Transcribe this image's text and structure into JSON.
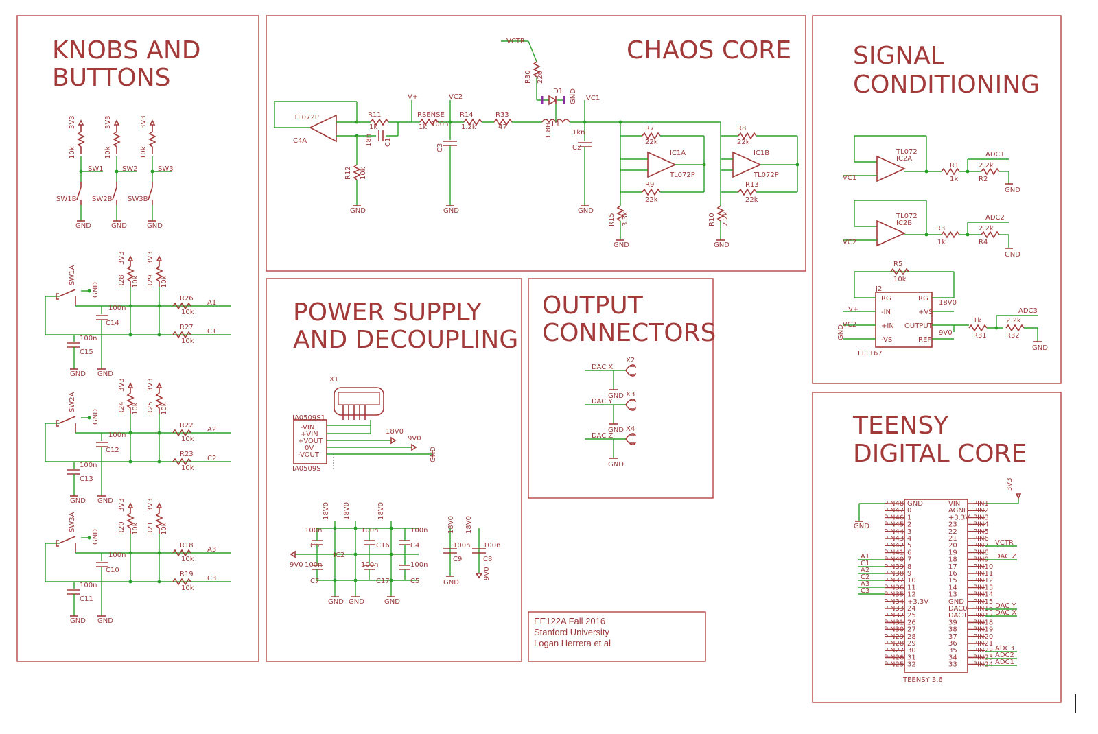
{
  "panels": {
    "knobs": {
      "title_line1": "KNOBS AND",
      "title_line2": "BUTTONS"
    },
    "chaos": {
      "title": "CHAOS CORE"
    },
    "signal": {
      "title_line1": "SIGNAL",
      "title_line2": "CONDITIONING"
    },
    "power": {
      "title_line1": "POWER SUPPLY",
      "title_line2": "AND DECOUPLING"
    },
    "output": {
      "title_line1": "OUTPUT",
      "title_line2": "CONNECTORS"
    },
    "teensy": {
      "title_line1": "TEENSY",
      "title_line2": "DIGITAL CORE"
    }
  },
  "title_block": {
    "line1": "EE122A Fall 2016",
    "line2": "Stanford University",
    "line3": "Logan Herrera et al"
  },
  "knobs": {
    "pullups": [
      {
        "rail": "3V3",
        "res": "10k",
        "net": "SW1",
        "sw": "SW1B"
      },
      {
        "rail": "3V3",
        "res": "10k",
        "net": "SW2",
        "sw": "SW2B"
      },
      {
        "rail": "3V3",
        "res": "10k",
        "net": "SW3",
        "sw": "SW3B"
      }
    ],
    "groups": [
      {
        "sw": "SW1A",
        "r_a": "R28",
        "r_b": "R29",
        "rv": "10k",
        "r_top": "R26",
        "r_bot": "R27",
        "r_val": "10k",
        "c_a": "C14",
        "c_b": "C15",
        "c_val": "100n",
        "out_a": "A1",
        "out_b": "C1"
      },
      {
        "sw": "SW2A",
        "r_a": "R24",
        "r_b": "R25",
        "rv": "10k",
        "r_top": "R22",
        "r_bot": "R23",
        "r_val": "10k",
        "c_a": "C12",
        "c_b": "C13",
        "c_val": "100n",
        "out_a": "A2",
        "out_b": "C2"
      },
      {
        "sw": "SW3A",
        "r_a": "R20",
        "r_b": "R21",
        "rv": "10k",
        "r_top": "R18",
        "r_bot": "R19",
        "r_val": "10k",
        "c_a": "C10",
        "c_b": "C11",
        "c_val": "100n",
        "out_a": "A3",
        "out_b": "C3"
      }
    ],
    "gnd": "GND",
    "rail": "3V3"
  },
  "chaos": {
    "labels": [
      "TL072P",
      "IC4A",
      "R11",
      "1k",
      "18n",
      "C1",
      "R12",
      "10k",
      "RSENSE",
      "1k",
      "100n",
      "C3",
      "R14",
      "1.2k",
      "R33",
      "47",
      "V+",
      "VC2",
      "VC1",
      "VCTR",
      "R30",
      "220",
      "D1",
      "GND",
      "1.8H",
      "L1",
      "1kn",
      "C2",
      "R7",
      "22k",
      "IC1A",
      "TL072P",
      "R9",
      "22k",
      "R8",
      "22k",
      "IC1B",
      "TL072P",
      "R13",
      "22k",
      "R15",
      "3.3k",
      "R10",
      "2.2k"
    ]
  },
  "signal": {
    "labels": [
      "TL072",
      "IC2A",
      "VC1",
      "R1",
      "1k",
      "2.2k",
      "R2",
      "ADC1",
      "GND",
      "TL072",
      "IC2B",
      "VC2",
      "R3",
      "1k",
      "2.2k",
      "R4",
      "ADC2",
      "GND",
      "R5",
      "10k",
      "J2",
      "RG",
      "RG",
      "V+",
      "-IN",
      "+VS",
      "VC2",
      "+IN",
      "OUTPUT",
      "GND",
      "-VS",
      "REF",
      "18V0",
      "9V0",
      "1k",
      "R31",
      "2.2k",
      "R32",
      "ADC3",
      "GND",
      "LT1167"
    ]
  },
  "power": {
    "labels": [
      "X1",
      "IA0509S1",
      "-VIN",
      "+VIN",
      "+VOUT",
      "0V",
      "-VOUT",
      "IA0509S",
      "18V0",
      "9V0",
      "GND",
      "18V0",
      "18V0",
      "18V0",
      "100n",
      "C6",
      "100n",
      "C16",
      "100n",
      "C4",
      "9V0",
      "IC2",
      "100n",
      "C7",
      "100n",
      "C17",
      "100n",
      "C5",
      "GND",
      "GND",
      "GND",
      "18V0",
      "18V0",
      "100n",
      "C9",
      "100n",
      "C8",
      "GND",
      "9V0"
    ]
  },
  "output": {
    "connectors": [
      {
        "net": "DAC X",
        "ref": "X2",
        "gnd": "GND"
      },
      {
        "net": "DAC Y",
        "ref": "X3",
        "gnd": "GND"
      },
      {
        "net": "DAC Z",
        "ref": "X4",
        "gnd": "GND"
      }
    ]
  },
  "teensy": {
    "ref": "TEENSY 3.6",
    "left_pins": [
      "PIN48",
      "PIN47",
      "PIN46",
      "PIN45",
      "PIN44",
      "PIN43",
      "PIN42",
      "PIN41",
      "PIN40",
      "PIN39",
      "PIN38",
      "PIN37",
      "PIN36",
      "PIN35",
      "PIN34",
      "PIN33",
      "PIN32",
      "PIN31",
      "PIN30",
      "PIN29",
      "PIN28",
      "PIN27",
      "PIN26",
      "PIN25"
    ],
    "left_inner": [
      "GND",
      "0",
      "1",
      "2",
      "3",
      "4",
      "5",
      "6",
      "7",
      "8",
      "9",
      "10",
      "11",
      "12",
      "+3.3V",
      "24",
      "25",
      "26",
      "27",
      "28",
      "29",
      "30",
      "31",
      "32"
    ],
    "right_inner": [
      "VIN",
      "AGND",
      "+3.3V",
      "23",
      "22",
      "21",
      "20",
      "19",
      "18",
      "17",
      "16",
      "15",
      "14",
      "13",
      "GND",
      "DAC0",
      "DAC1",
      "39",
      "38",
      "37",
      "36",
      "35",
      "34",
      "33"
    ],
    "right_pins": [
      "PIN1",
      "PIN2",
      "PIN3",
      "PIN4",
      "PIN5",
      "PIN6",
      "PIN7",
      "PIN8",
      "PIN9",
      "PIN10",
      "PIN11",
      "PIN12",
      "PIN13",
      "PIN14",
      "PIN15",
      "PIN16",
      "PIN17",
      "PIN18",
      "PIN19",
      "PIN20",
      "PIN21",
      "PIN22",
      "PIN23",
      "PIN24"
    ],
    "left_nets": [
      "A1",
      "C1",
      "A2",
      "C2",
      "A3",
      "C3"
    ],
    "right_nets": [
      "VCTR",
      "DAC Z",
      "DAC Y",
      "DAC X",
      "ADC3",
      "ADC2",
      "ADC1"
    ],
    "gnd": "GND",
    "rail": "3V3"
  }
}
